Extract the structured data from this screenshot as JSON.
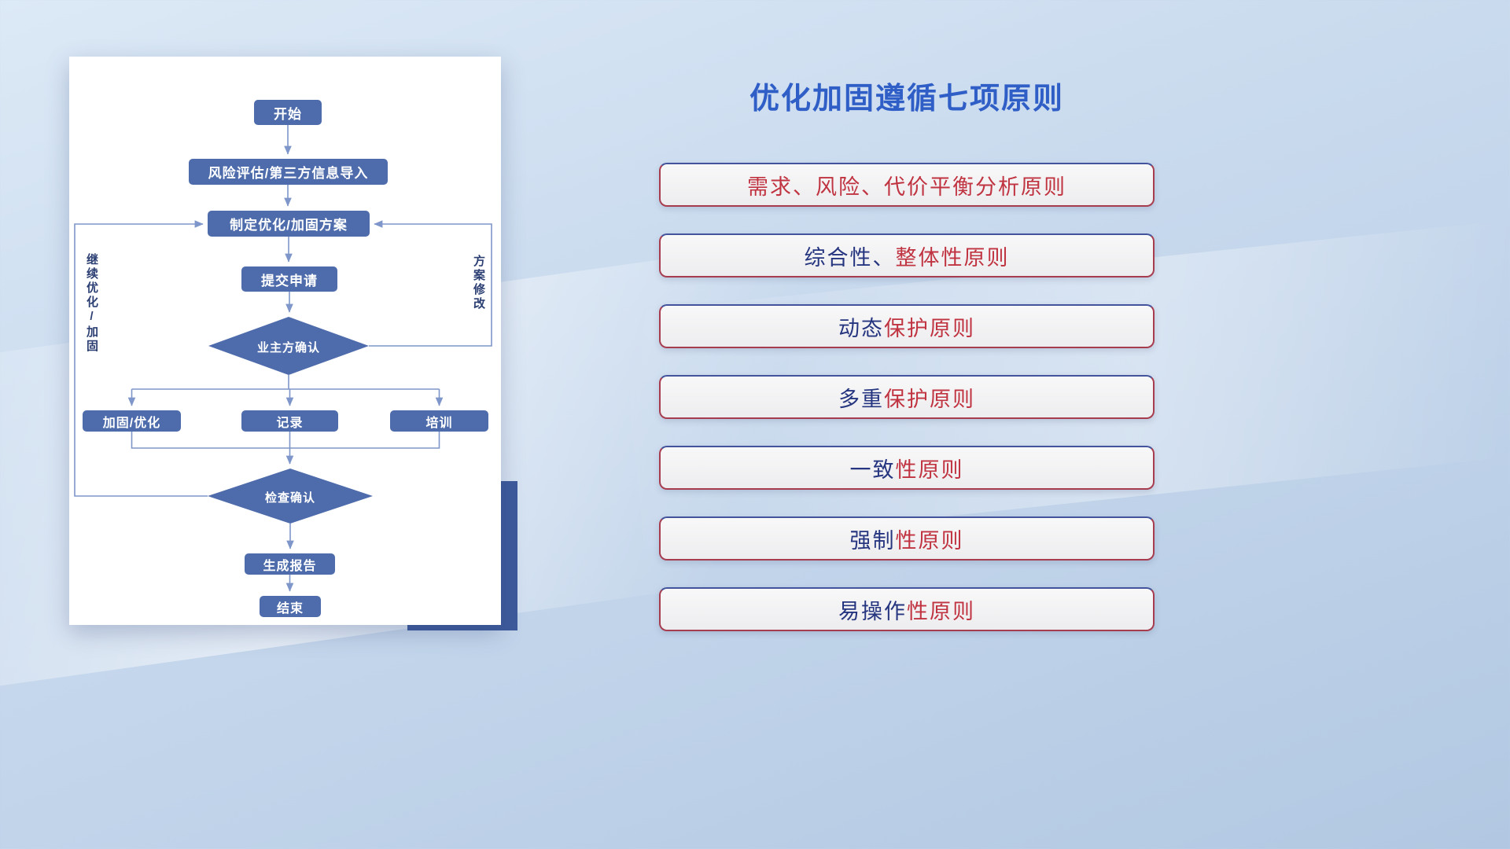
{
  "colors": {
    "title_blue": "#2e5ec6",
    "node_blue": "#4e6cab",
    "connector_blue": "#7e96c9",
    "principle_navy": "#26357f",
    "principle_red": "#c03340",
    "accent_navy": "#3d5a9b"
  },
  "flowchart": {
    "nodes": {
      "start": "开始",
      "risk_assessment": "风险评估/第三方信息导入",
      "make_plan": "制定优化/加固方案",
      "submit_request": "提交申请",
      "owner_confirm": "业主方确认",
      "reinforce_optimize": "加固/优化",
      "record": "记录",
      "training": "培训",
      "check_confirm": "检查确认",
      "generate_report": "生成报告",
      "end": "结束"
    },
    "loop_labels": {
      "left": "继续优化/加固",
      "right": "方案修改"
    }
  },
  "principles": {
    "title": "优化加固遵循七项原则",
    "items": [
      {
        "prefix": "",
        "suffix": "需求、风险、代价平衡分析原则"
      },
      {
        "prefix": "综合性、",
        "suffix": "整体性原则"
      },
      {
        "prefix": "动态",
        "suffix": "保护原则"
      },
      {
        "prefix": "多重",
        "suffix": "保护原则"
      },
      {
        "prefix": "一致",
        "suffix": "性原则"
      },
      {
        "prefix": "强制",
        "suffix": "性原则"
      },
      {
        "prefix": "易操作",
        "suffix": "性原则"
      }
    ]
  }
}
